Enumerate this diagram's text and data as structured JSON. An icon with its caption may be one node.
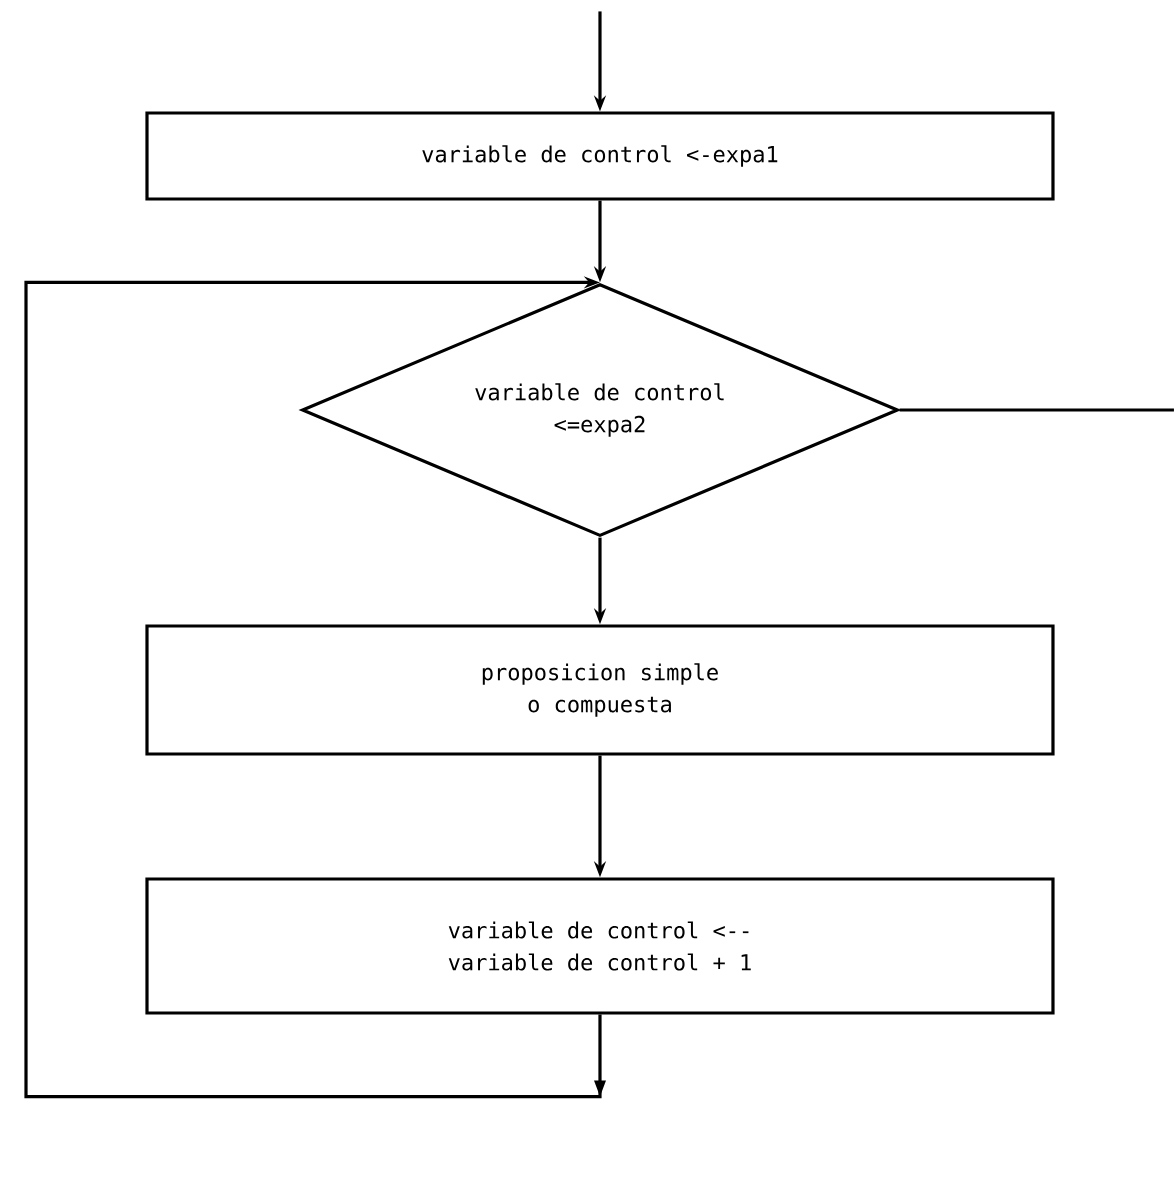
{
  "diagram": {
    "nodes": [
      {
        "text": [
          "variable de control <-expa1"
        ]
      },
      {
        "text": [
          "variable de control <=expa2"
        ]
      },
      {
        "text": [
          "proposicion simple o compuesta"
        ]
      },
      {
        "text": [
          "variable de control <-- variable de control + 1"
        ]
      }
    ],
    "edges": [
      {
        "from": null,
        "to": 0,
        "arrow": "to"
      },
      {
        "from": 0,
        "to": 1,
        "arrow": "to"
      },
      {
        "from": 1,
        "to": null,
        "arrow": "none"
      },
      {
        "from": 1,
        "to": 2,
        "arrow": "to"
      },
      {
        "from": 2,
        "to": 3,
        "arrow": "to"
      },
      {
        "from": 3,
        "to": 1,
        "arrow": "to"
      }
    ]
  }
}
